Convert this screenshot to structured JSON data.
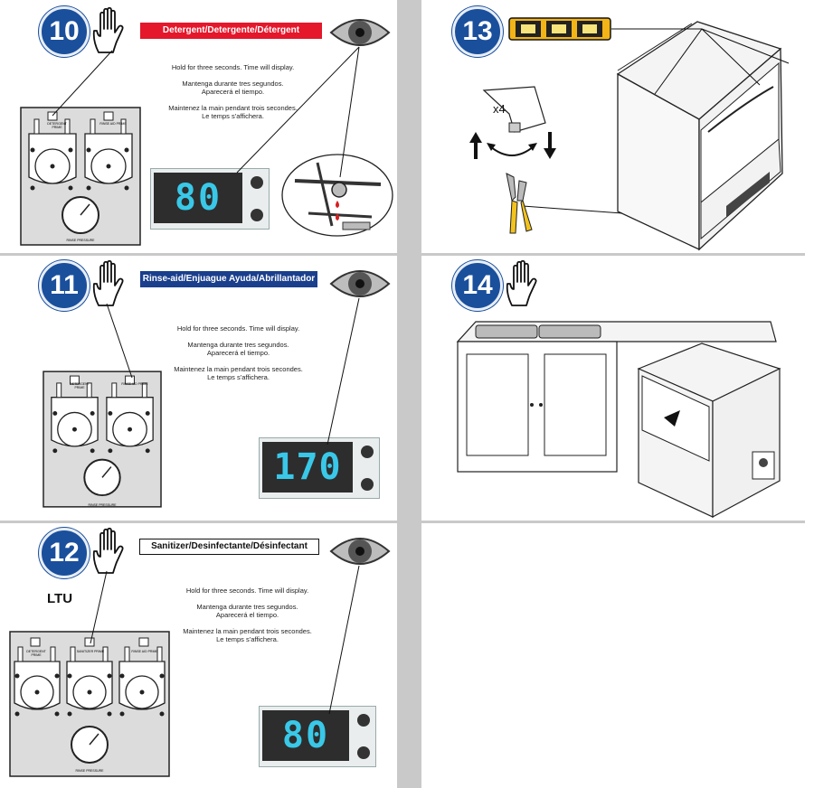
{
  "steps": [
    {
      "number": "10",
      "label": "Detergent/Detergente/Détergent",
      "display": "80",
      "panel_buttons": [
        "DETERGENT PRIME",
        "RINSE AID PRIME"
      ],
      "gauge_label": "RINSE PRESSURE"
    },
    {
      "number": "11",
      "label": "Rinse-aid/Enjuague Ayuda/Abrillantador",
      "display": "170",
      "panel_buttons": [
        "DETERGENT PRIME",
        "RINSE AID PRIME"
      ],
      "gauge_label": "RINSE PRESSURE"
    },
    {
      "number": "12",
      "label": "Sanitizer/Desinfectante/Désinfectant",
      "display": "80",
      "model": "LTU",
      "panel_buttons": [
        "DETERGENT PRIME",
        "SANITIZER PRIME",
        "RINSE AID PRIME"
      ],
      "gauge_label": "RINSE PRESSURE"
    },
    {
      "number": "13",
      "multiplier": "x4"
    },
    {
      "number": "14"
    }
  ],
  "instructions": {
    "english": "Hold for three seconds. Time will display.",
    "spanish_1": "Mantenga durante tres segundos.",
    "spanish_2": "Aparecerá el tiempo.",
    "french_1": "Maintenez la main pendant trois secondes.",
    "french_2": "Le temps s'affichera."
  },
  "colors": {
    "step_circle": "#1a4f9c",
    "detergent_label": "#e4172b",
    "rinse_label": "#1a3f8c",
    "display_digits": "#39c8e8"
  },
  "icons": [
    "hand-icon",
    "eye-icon",
    "level-icon",
    "pliers-icon",
    "arrow-up-icon",
    "arrow-down-icon",
    "rotate-arrow-icon"
  ]
}
